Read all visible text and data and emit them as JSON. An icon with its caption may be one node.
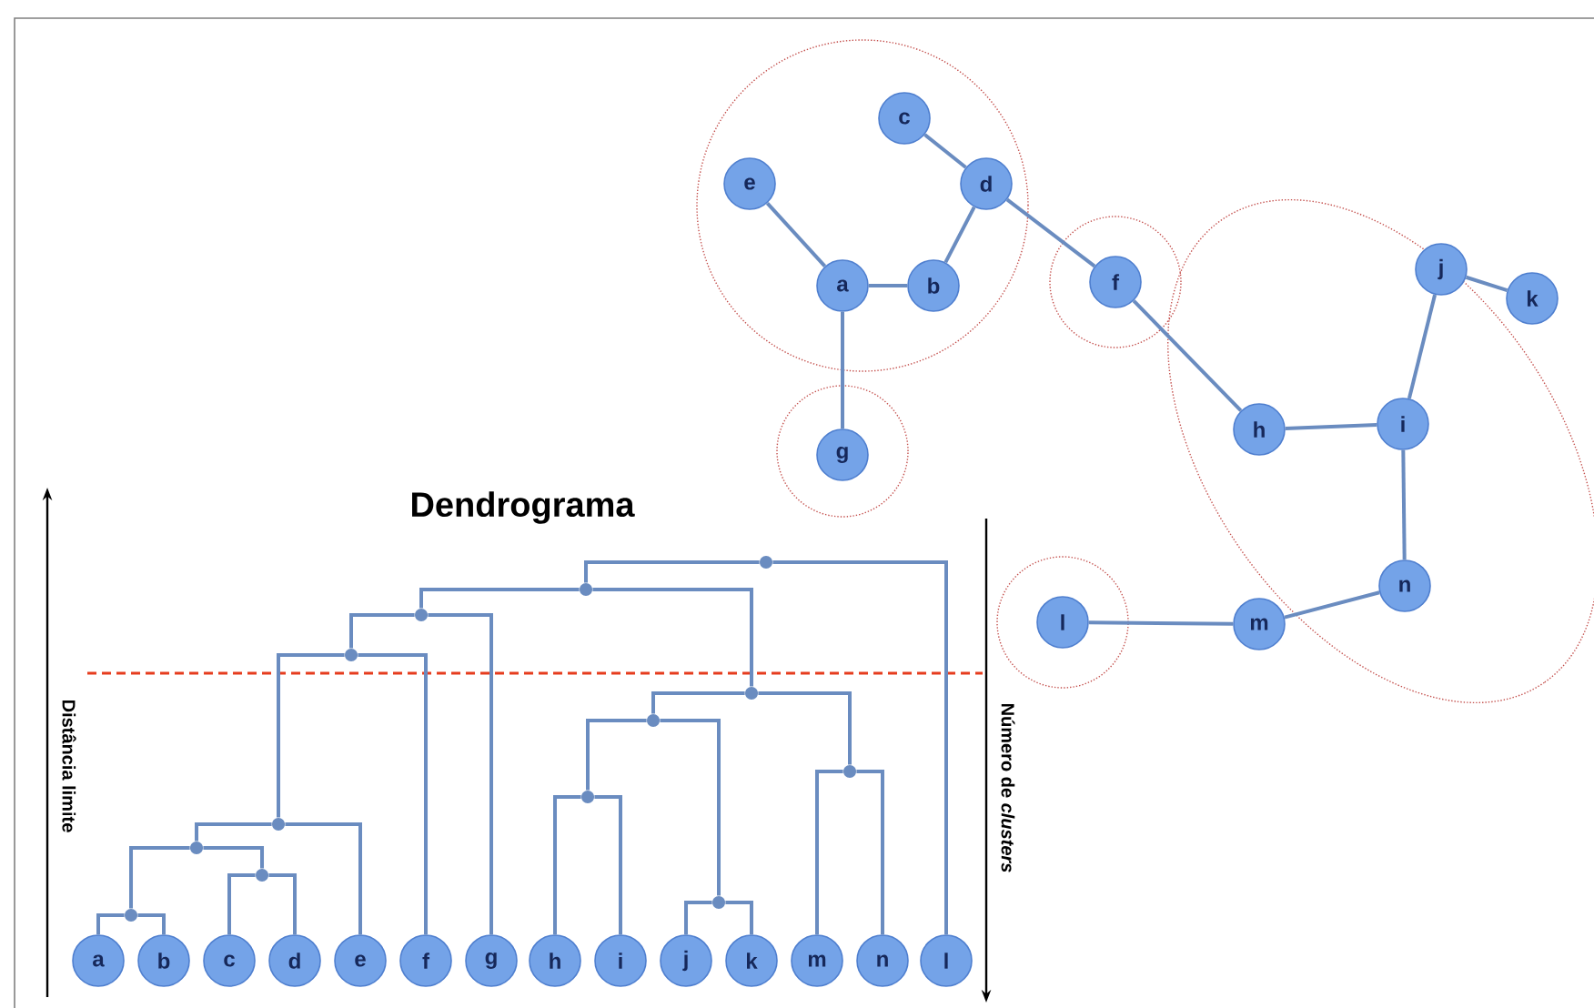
{
  "diagram": {
    "nodes": [
      {
        "text": [],
        "shape": "circle"
      },
      {
        "text": [
          "c"
        ],
        "in": 0
      },
      {
        "text": [
          "e"
        ],
        "in": 0
      },
      {
        "text": [
          "d"
        ],
        "in": 0
      },
      {
        "text": [
          "a"
        ],
        "in": 0
      },
      {
        "text": [
          "b"
        ],
        "in": 0
      },
      {
        "text": [],
        "shape": "circle"
      },
      {
        "text": [
          "f"
        ],
        "in": 6
      },
      {
        "text": [],
        "shape": "circle"
      },
      {
        "text": [
          "g"
        ],
        "in": 8
      },
      {
        "text": [],
        "shape": "ellipse"
      },
      {
        "text": [
          "j"
        ],
        "in": 10
      },
      {
        "text": [
          "k"
        ],
        "in": 10
      },
      {
        "text": [
          "h"
        ],
        "in": 10
      },
      {
        "text": [
          "i"
        ],
        "in": 10
      },
      {
        "text": [
          "n"
        ],
        "in": 10
      },
      {
        "text": [
          "m"
        ],
        "in": 10
      },
      {
        "text": [],
        "shape": "circle"
      },
      {
        "text": [
          "l"
        ],
        "in": 17
      },
      {
        "text": [
          "a"
        ]
      },
      {
        "text": [
          "b"
        ]
      },
      {
        "text": [
          "c"
        ]
      },
      {
        "text": [
          "d"
        ]
      },
      {
        "text": [
          "e"
        ]
      },
      {
        "text": [
          "f"
        ]
      },
      {
        "text": [
          "g"
        ]
      },
      {
        "text": [
          "h"
        ]
      },
      {
        "text": [
          "i"
        ]
      },
      {
        "text": [
          "j"
        ]
      },
      {
        "text": [
          "k"
        ]
      },
      {
        "text": [
          "m"
        ]
      },
      {
        "text": [
          "n"
        ]
      },
      {
        "text": [
          "l"
        ]
      },
      {
        "text": [],
        "shape": "circle"
      },
      {
        "text": [],
        "shape": "circle"
      },
      {
        "text": [],
        "shape": "circle"
      },
      {
        "text": [],
        "shape": "circle"
      },
      {
        "text": [],
        "shape": "circle"
      },
      {
        "text": [],
        "shape": "circle"
      },
      {
        "text": [],
        "shape": "circle"
      },
      {
        "text": [],
        "shape": "circle"
      },
      {
        "text": [],
        "shape": "circle"
      },
      {
        "text": [],
        "shape": "circle"
      },
      {
        "text": [],
        "shape": "circle"
      },
      {
        "text": [],
        "shape": "circle"
      },
      {
        "text": [],
        "shape": "circle"
      }
    ],
    "edges": [
      {
        "from": 1,
        "to": 3,
        "arrow": "none"
      },
      {
        "from": 3,
        "to": 5,
        "arrow": "none"
      },
      {
        "from": 5,
        "to": 4,
        "arrow": "none"
      },
      {
        "from": 4,
        "to": 2,
        "arrow": "none"
      },
      {
        "from": 4,
        "to": 9,
        "arrow": "none"
      },
      {
        "from": 3,
        "to": 7,
        "arrow": "none"
      },
      {
        "from": 7,
        "to": 13,
        "arrow": "none"
      },
      {
        "from": 13,
        "to": 14,
        "arrow": "none"
      },
      {
        "from": 14,
        "to": 11,
        "arrow": "none"
      },
      {
        "from": 11,
        "to": 12,
        "arrow": "none"
      },
      {
        "from": 14,
        "to": 15,
        "arrow": "none"
      },
      {
        "from": 15,
        "to": 16,
        "arrow": "none"
      },
      {
        "from": 16,
        "to": 18,
        "arrow": "none"
      },
      {
        "from": 33,
        "to": 19,
        "arrow": "none"
      },
      {
        "from": 33,
        "to": 20,
        "arrow": "none"
      },
      {
        "from": 34,
        "to": 21,
        "arrow": "none"
      },
      {
        "from": 34,
        "to": 22,
        "arrow": "none"
      },
      {
        "from": 35,
        "to": 33,
        "arrow": "none"
      },
      {
        "from": 35,
        "to": 34,
        "arrow": "none"
      },
      {
        "from": 36,
        "to": 35,
        "arrow": "none"
      },
      {
        "from": 36,
        "to": 23,
        "arrow": "none"
      },
      {
        "from": 37,
        "to": 36,
        "arrow": "none"
      },
      {
        "from": 37,
        "to": 24,
        "arrow": "none"
      },
      {
        "from": 38,
        "to": 37,
        "arrow": "none"
      },
      {
        "from": 38,
        "to": 25,
        "arrow": "none"
      },
      {
        "from": 39,
        "to": 26,
        "arrow": "none"
      },
      {
        "from": 39,
        "to": 27,
        "arrow": "none"
      },
      {
        "from": 40,
        "to": 28,
        "arrow": "none"
      },
      {
        "from": 40,
        "to": 29,
        "arrow": "none"
      },
      {
        "from": 41,
        "to": 39,
        "arrow": "none"
      },
      {
        "from": 41,
        "to": 40,
        "arrow": "none"
      },
      {
        "from": 42,
        "to": 30,
        "arrow": "none"
      },
      {
        "from": 42,
        "to": 31,
        "arrow": "none"
      },
      {
        "from": 43,
        "to": 41,
        "arrow": "none"
      },
      {
        "from": 43,
        "to": 42,
        "arrow": "none"
      },
      {
        "from": 44,
        "to": 38,
        "arrow": "none"
      },
      {
        "from": 44,
        "to": 43,
        "arrow": "none"
      },
      {
        "from": 45,
        "to": 44,
        "arrow": "none"
      },
      {
        "from": 45,
        "to": 32,
        "arrow": "none"
      }
    ],
    "labels": [
      "Dendrograma",
      "Distância limite",
      "Número de *clusters*"
    ]
  }
}
